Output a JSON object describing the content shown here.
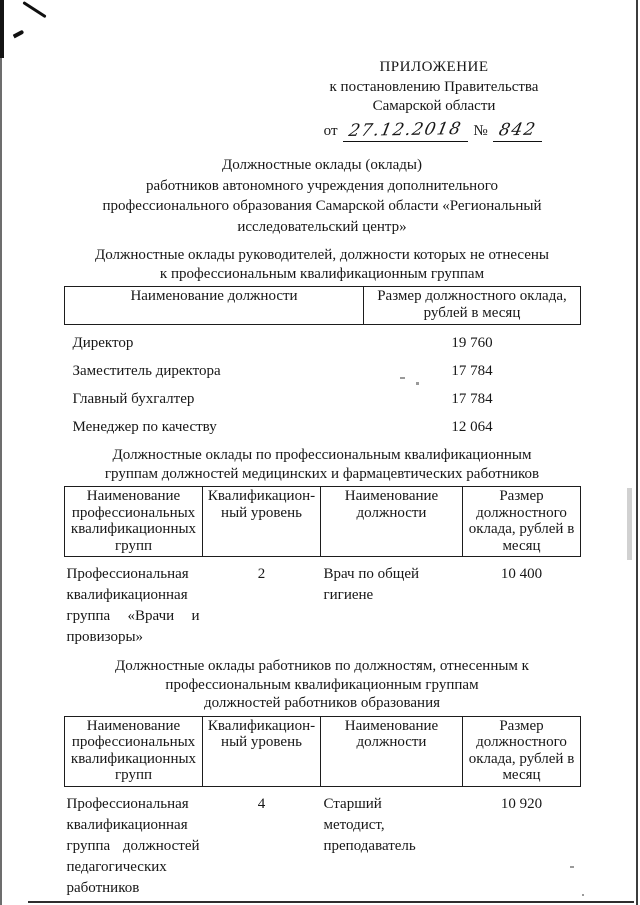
{
  "header": {
    "annex_label": "ПРИЛОЖЕНИЕ",
    "line2": "к постановлению Правительства",
    "line3": "Самарской области",
    "date_prefix": "от",
    "date_value": "27.12.2018",
    "number_sign": "№",
    "number_value": "842"
  },
  "title": {
    "line1": "Должностные оклады (оклады)",
    "line2": "работников автономного учреждения дополнительного",
    "line3": "профессионального образования Самарской области «Региональный",
    "line4": "исследовательский центр»"
  },
  "section1": {
    "heading_line1": "Должностные оклады руководителей, должности которых не отнесены",
    "heading_line2": "к профессиональным квалификационным группам",
    "table": {
      "headers": [
        "Наименование должности",
        "Размер должностного оклада, рублей в месяц"
      ],
      "rows": [
        {
          "position": "Директор",
          "salary": "19 760"
        },
        {
          "position": "Заместитель директора",
          "salary": "17 784"
        },
        {
          "position": "Главный бухгалтер",
          "salary": "17 784"
        },
        {
          "position": "Менеджер по качеству",
          "salary": "12 064"
        }
      ]
    }
  },
  "section2": {
    "heading_line1": "Должностные оклады по профессиональным квалификационным",
    "heading_line2": "группам должностей медицинских и фармацевтических работников",
    "table": {
      "headers": [
        "Наименование профессиональных квалификационных групп",
        "Квалификацион­ный уровень",
        "Наименование должности",
        "Размер должностного оклада, рублей в месяц"
      ],
      "rows": [
        {
          "group": "Профессиональная квалификационная группа «Врачи и провизоры»",
          "level": "2",
          "position": "Врач по общей гигиене",
          "salary": "10 400"
        }
      ]
    }
  },
  "section3": {
    "heading_line1": "Должностные оклады работников по должностям, отнесенным к",
    "heading_line2": "профессиональным квалификационным группам",
    "heading_line3": "должностей работников образования",
    "table": {
      "headers": [
        "Наименование профессиональных квалификационных групп",
        "Квалификацион­ный уровень",
        "Наименование должности",
        "Размер должностного оклада, рублей в месяц"
      ],
      "rows": [
        {
          "group": "Профессиональная квалификационная группа должностей педагогических работников",
          "level": "4",
          "position": "Старший методист, преподаватель",
          "salary": "10 920"
        }
      ]
    }
  }
}
